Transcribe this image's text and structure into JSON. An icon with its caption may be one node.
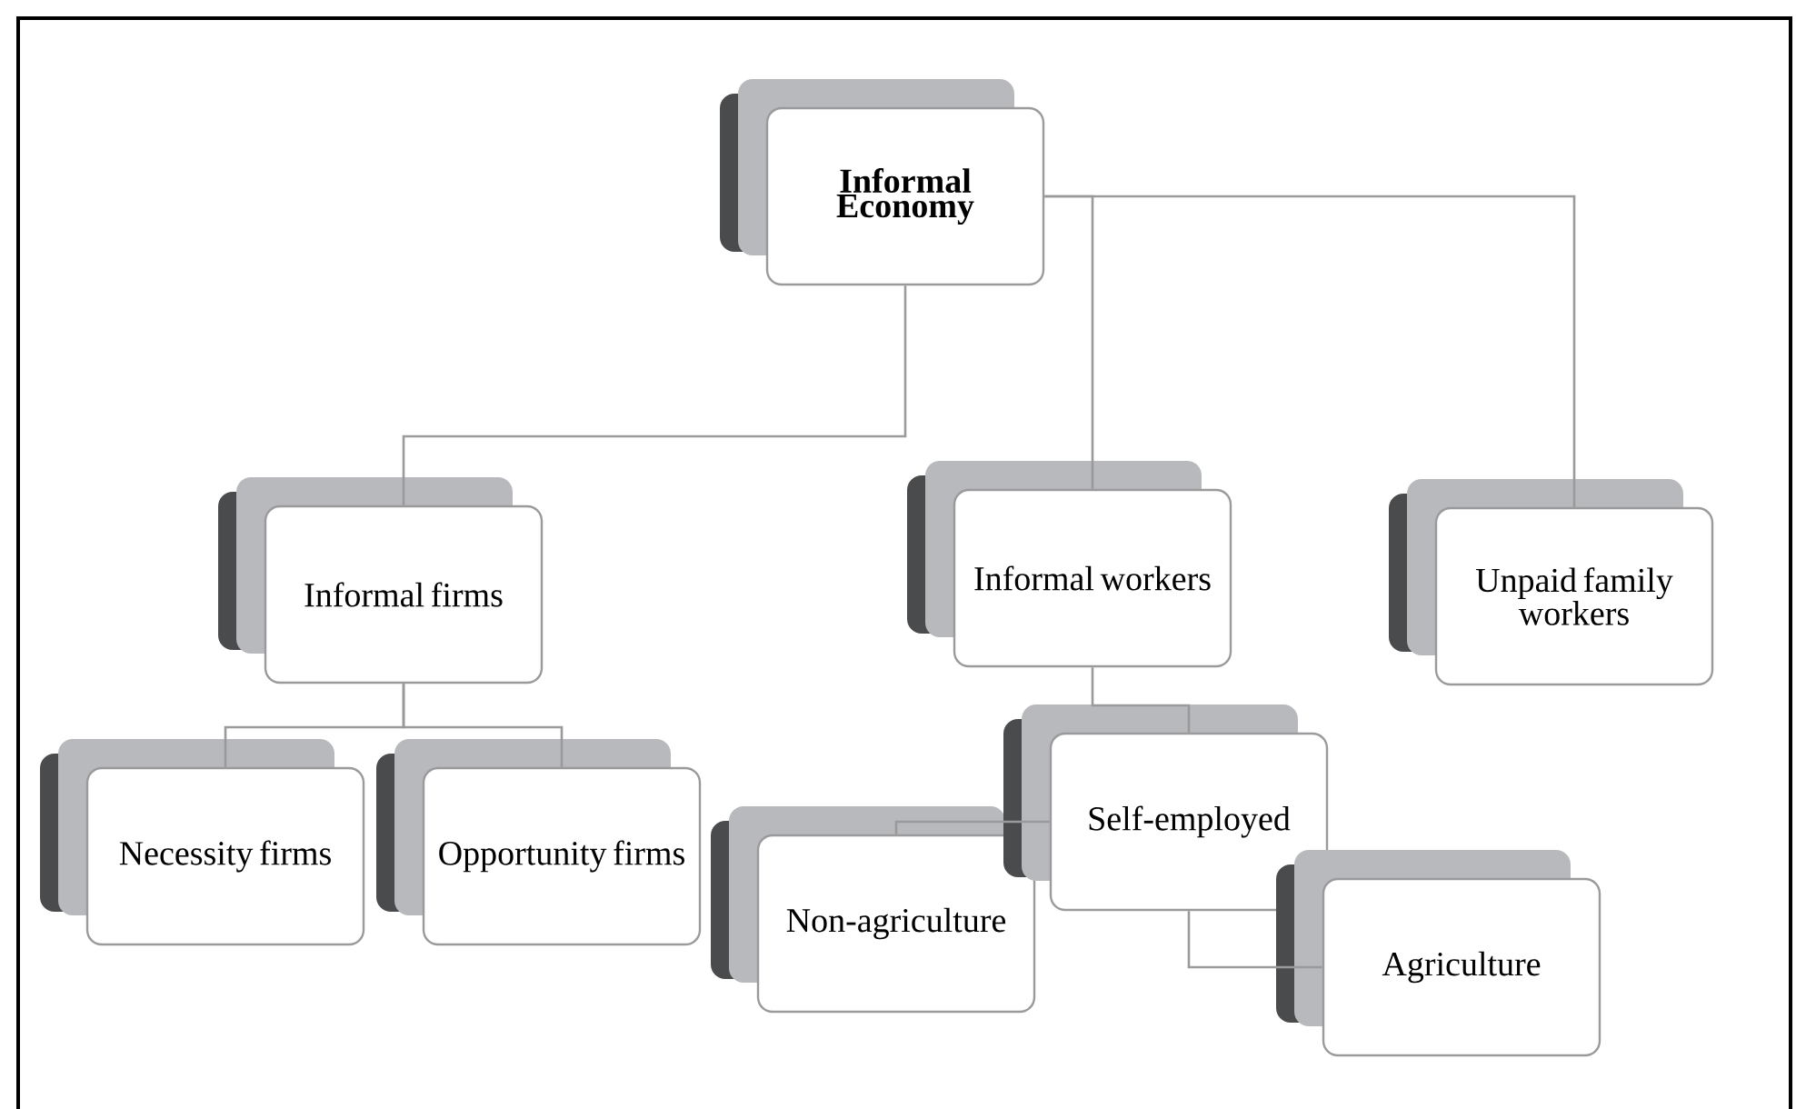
{
  "diagram": {
    "nodes": [
      {
        "text": [
          "Informal Economy"
        ]
      },
      {
        "text": [
          "Informal firms"
        ]
      },
      {
        "text": [
          "Informal workers"
        ]
      },
      {
        "text": [
          "Unpaid family workers"
        ]
      },
      {
        "text": [
          "Necessity firms"
        ]
      },
      {
        "text": [
          "Opportunity firms"
        ]
      },
      {
        "text": [
          "Self-employed"
        ]
      },
      {
        "text": [
          "Non-agriculture"
        ]
      },
      {
        "text": [
          "Agriculture"
        ]
      }
    ],
    "edges": [
      {
        "from": 0,
        "to": 1,
        "arrow": "none"
      },
      {
        "from": 0,
        "to": 2,
        "arrow": "none"
      },
      {
        "from": 0,
        "to": 3,
        "arrow": "none"
      },
      {
        "from": 1,
        "to": 4,
        "arrow": "none"
      },
      {
        "from": 1,
        "to": 5,
        "arrow": "none"
      },
      {
        "from": 2,
        "to": 6,
        "arrow": "none"
      },
      {
        "from": 6,
        "to": 7,
        "arrow": "none"
      },
      {
        "from": 6,
        "to": 8,
        "arrow": "none"
      }
    ]
  }
}
